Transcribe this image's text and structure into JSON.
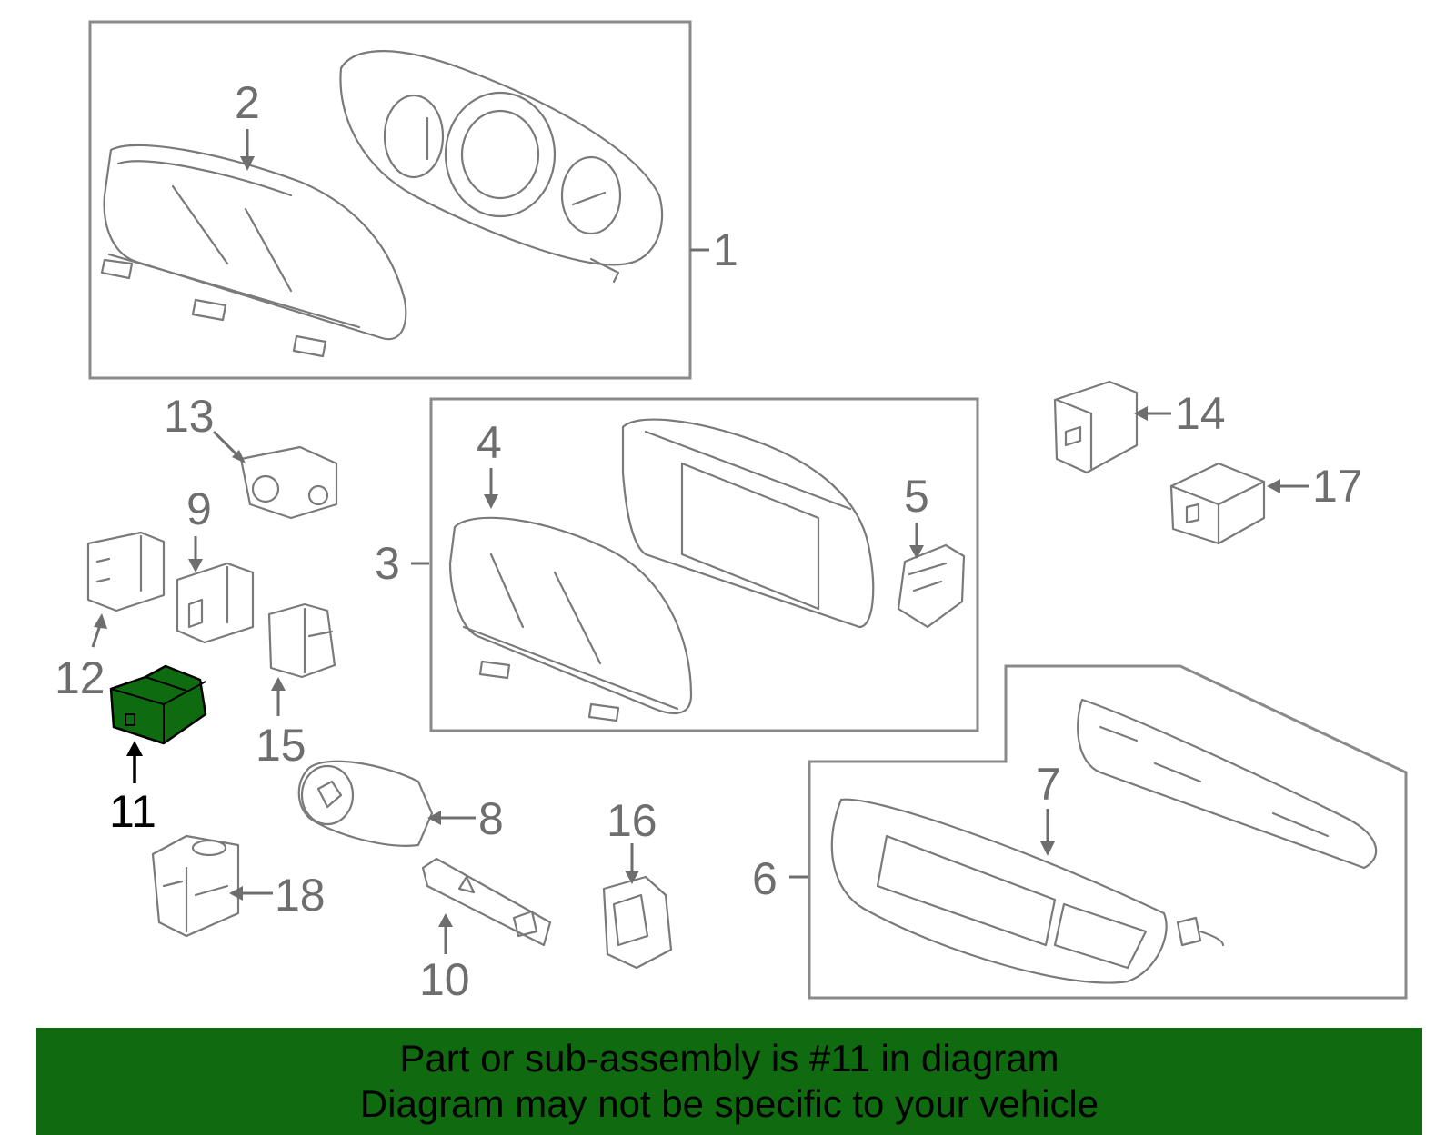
{
  "callouts": {
    "c1": "1",
    "c2": "2",
    "c3": "3",
    "c4": "4",
    "c5": "5",
    "c6": "6",
    "c7": "7",
    "c8": "8",
    "c9": "9",
    "c10": "10",
    "c11": "11",
    "c12": "12",
    "c13": "13",
    "c14": "14",
    "c15": "15",
    "c16": "16",
    "c17": "17",
    "c18": "18"
  },
  "banner": {
    "line1": "Part or sub-assembly is #11 in diagram",
    "line2": "Diagram may not be specific to your vehicle"
  },
  "colors": {
    "highlight": "#0f6b0f",
    "banner": "#106b10",
    "line": "#7a7a7a"
  }
}
